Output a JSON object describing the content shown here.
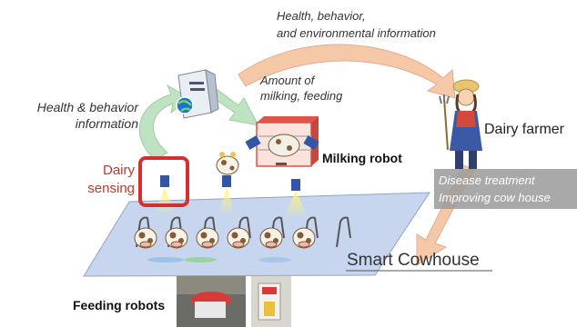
{
  "labels": {
    "top_arrow": [
      "Health, behavior,",
      "and environmental information"
    ],
    "server_arrow": [
      "Amount of",
      "milking, feeding"
    ],
    "left_arrow": [
      "Health & behavior",
      "information"
    ],
    "dairy_sensing": [
      "Dairy",
      "sensing"
    ],
    "milking_robot": "Milking robot",
    "dairy_farmer": "Dairy farmer",
    "treatment": [
      "Disease treatment",
      "Improving cow house"
    ],
    "smart_cowhouse": "Smart Cowhouse",
    "feeding_robots": "Feeding robots"
  },
  "colors": {
    "accent_red": "#d62f2f",
    "arrow_orange": "#f5c8a8",
    "arrow_green": "#bfe3c2",
    "floor_blue": "#c7d6ee",
    "camera_blue": "#2f56a8",
    "sensing_red": "#c0392b"
  }
}
